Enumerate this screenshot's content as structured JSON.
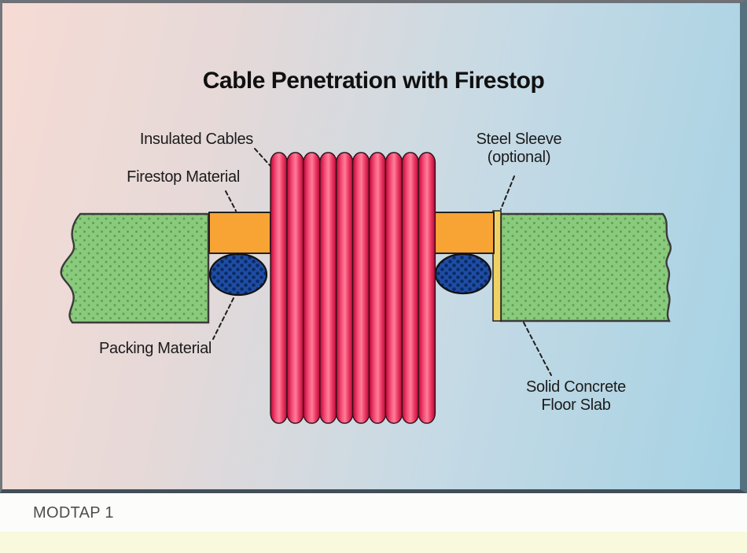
{
  "title": "Cable Penetration with Firestop",
  "labels": {
    "insulated_cables": "Insulated Cables",
    "firestop_material": "Firestop Material",
    "steel_sleeve_line1": "Steel Sleeve",
    "steel_sleeve_line2": "(optional)",
    "packing_material": "Packing Material",
    "solid_concrete_line1": "Solid Concrete",
    "solid_concrete_line2": "Floor Slab"
  },
  "footer": {
    "caption": "MODTAP 1"
  },
  "diagram": {
    "cable_count": 10,
    "parts": [
      {
        "id": "insulated-cables",
        "label": "Insulated Cables",
        "color": "#ee3f63"
      },
      {
        "id": "firestop-material",
        "label": "Firestop Material",
        "color": "#f8a435"
      },
      {
        "id": "steel-sleeve",
        "label": "Steel Sleeve (optional)",
        "color": "#f0d264"
      },
      {
        "id": "packing-material",
        "label": "Packing Material",
        "color": "#2753a8"
      },
      {
        "id": "solid-concrete-floor-slab",
        "label": "Solid Concrete Floor Slab",
        "color": "#8aca7c"
      }
    ]
  },
  "colors": {
    "bg_gradient_left": "#f6dbd4",
    "bg_gradient_right": "#a5d2e4",
    "cable_pink": "#ff7e98",
    "cable_dark": "#c51745",
    "slab_green": "#8aca7c",
    "slab_dot_green": "#5aa251",
    "firestop_orange": "#f8a435",
    "packing_blue": "#1e4da3",
    "packing_dot_blue": "#0b2a68",
    "sleeve_yellow": "#f0d264",
    "footer_band_yellow": "#f8f9dd"
  }
}
